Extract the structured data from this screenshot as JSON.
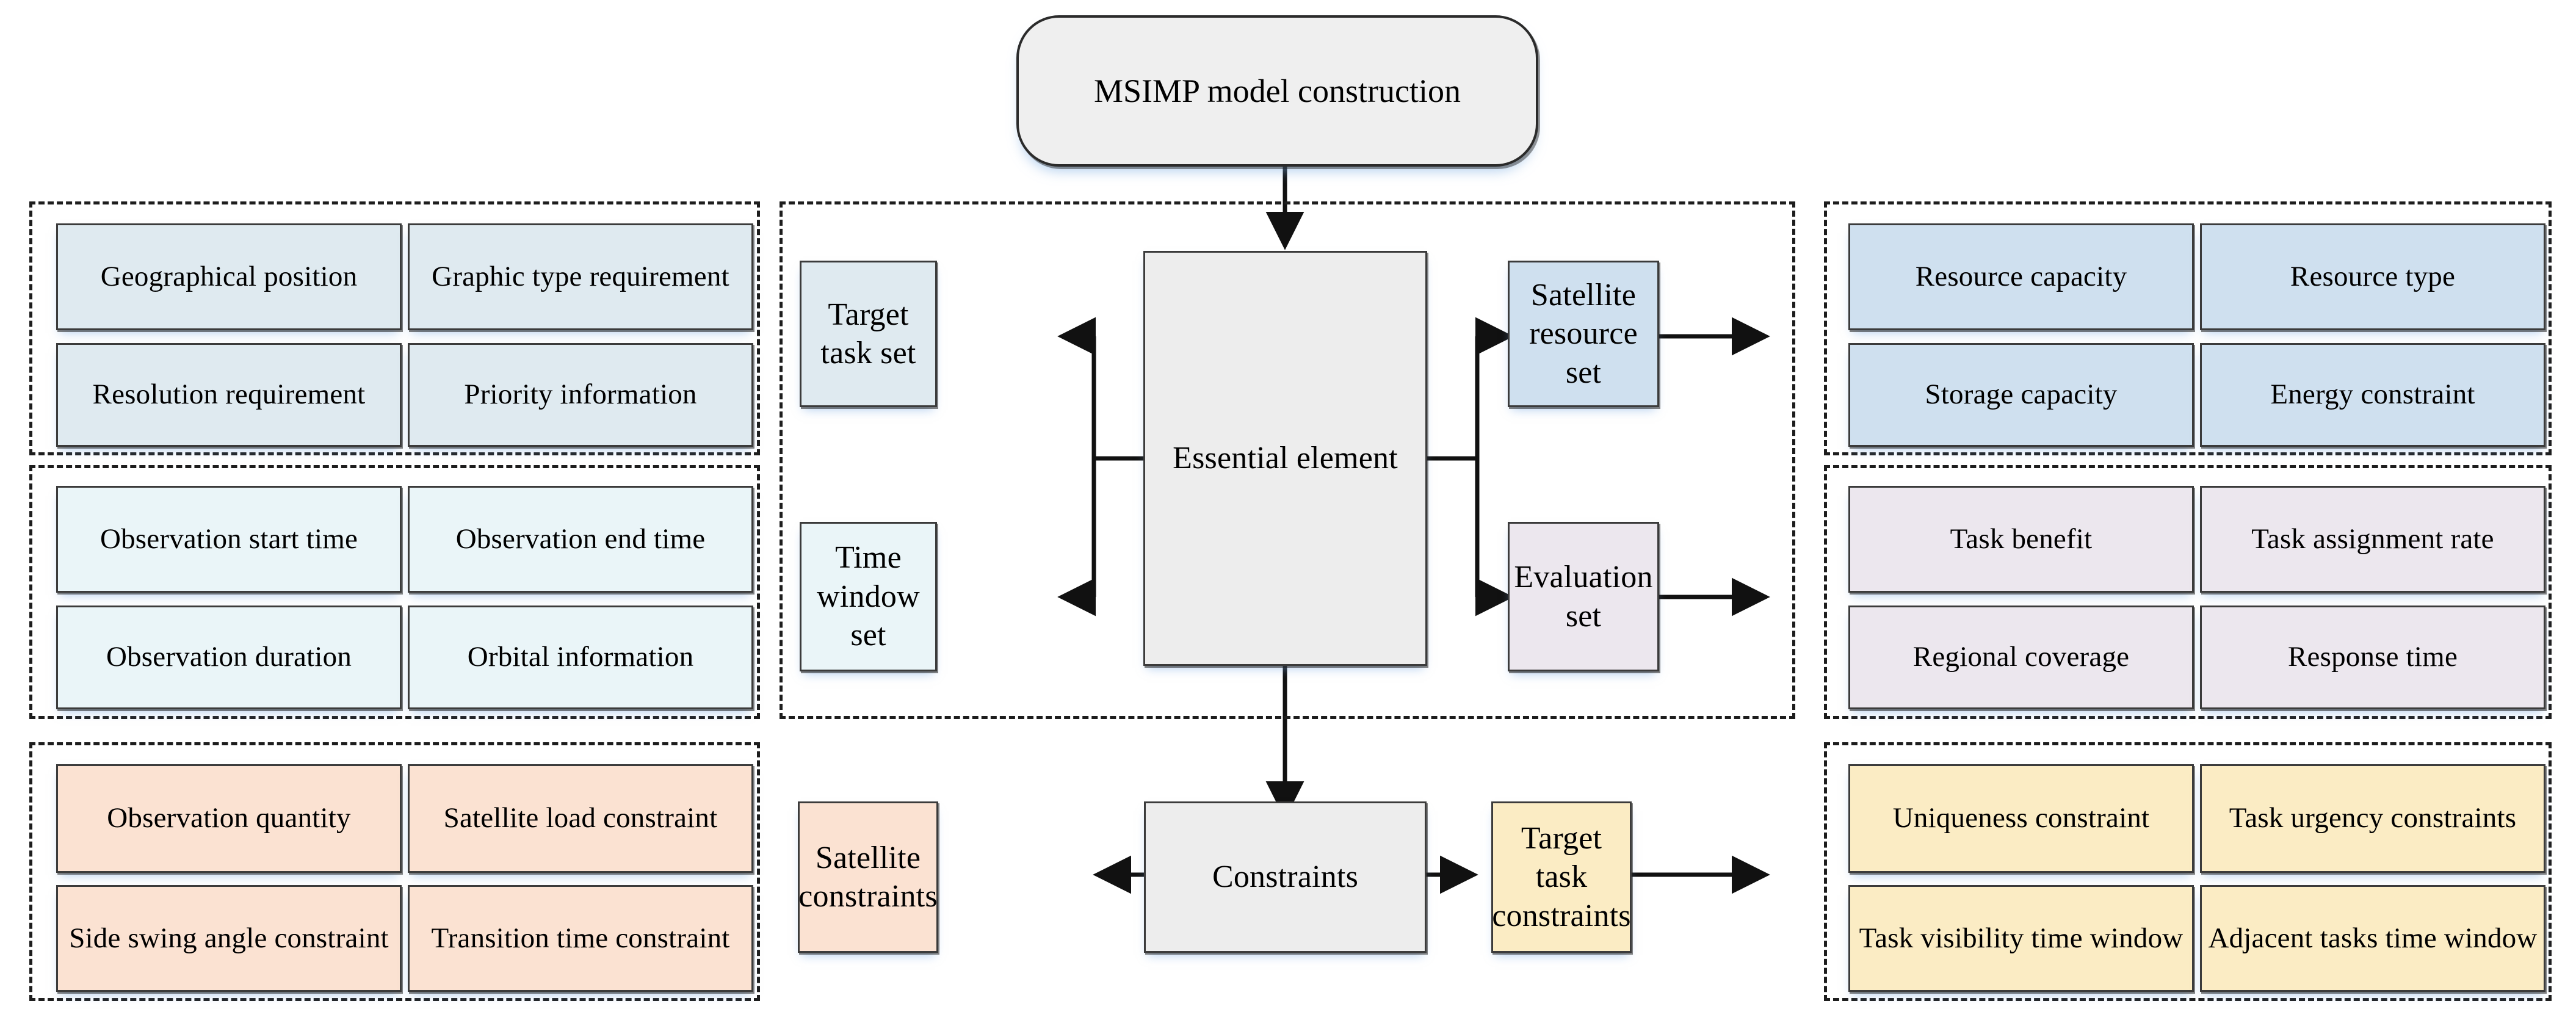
{
  "title": {
    "label": "MSIMP model construction"
  },
  "center": {
    "essential_element": "Essential element",
    "constraints": "Constraints",
    "left_nodes": [
      "Target task set",
      "Time window set"
    ],
    "right_nodes": [
      "Satellite resource set",
      "Evaluation set"
    ],
    "bottom_left_node": "Satellite constraints",
    "bottom_right_node": "Target task constraints"
  },
  "groups": {
    "target_task_attributes": {
      "items": [
        "Geographical position",
        "Graphic type requirement",
        "Resolution requirement",
        "Priority information"
      ]
    },
    "time_window_attributes": {
      "items": [
        "Observation start time",
        "Observation end time",
        "Observation duration",
        "Orbital information"
      ]
    },
    "satellite_constraint_attributes": {
      "items": [
        "Observation quantity",
        "Satellite load constraint",
        "Side swing angle constraint",
        "Transition time constraint"
      ]
    },
    "satellite_resource_attributes": {
      "items": [
        "Resource capacity",
        "Resource type",
        "Storage capacity",
        "Energy constraint"
      ]
    },
    "evaluation_attributes": {
      "items": [
        "Task benefit",
        "Task assignment rate",
        "Regional coverage",
        "Response time"
      ]
    },
    "target_task_constraint_attributes": {
      "items": [
        "Uniqueness constraint",
        "Task urgency constraints",
        "Task visibility time window",
        "Adjacent tasks time window"
      ]
    }
  },
  "colors": {
    "grey": "#ededed",
    "light_blue": "#dfeaf0",
    "lighter_blue": "#eaf5f8",
    "blue": "#cfe0ef",
    "purple": "#ece7ee",
    "orange": "#fbe2d2",
    "yellow": "#fbecc4",
    "stroke": "#3b3b3b"
  }
}
